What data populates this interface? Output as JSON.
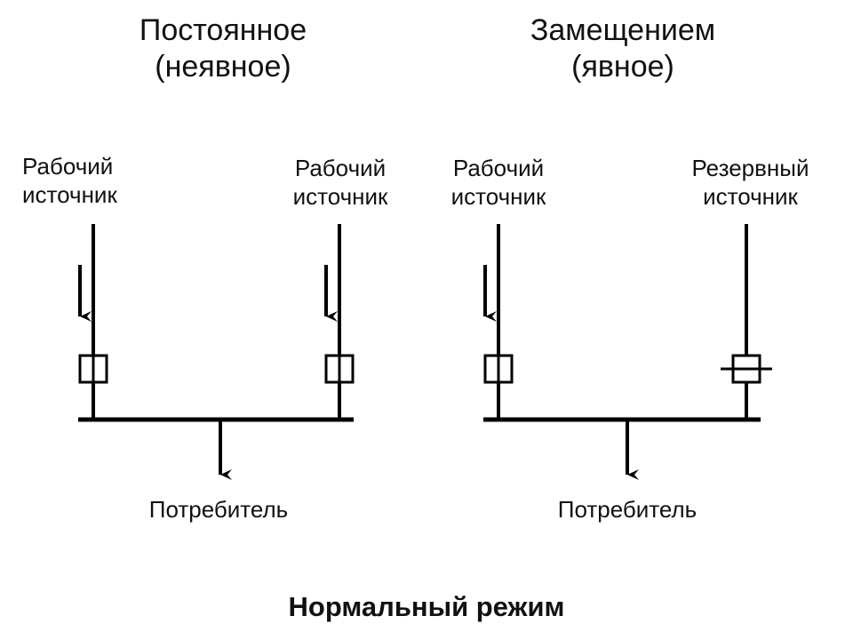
{
  "left_scheme": {
    "title_line1": "Постоянное",
    "title_line2": "(неявное)",
    "source_left_line1": "Рабочий",
    "source_left_line2": "источник",
    "source_right_line1": "Рабочий",
    "source_right_line2": "источник",
    "consumer": "Потребитель"
  },
  "right_scheme": {
    "title_line1": "Замещением",
    "title_line2": "(явное)",
    "source_left_line1": "Рабочий",
    "source_left_line2": "источник",
    "source_right_line1": "Резервный",
    "source_right_line2": "источник",
    "consumer": "Потребитель"
  },
  "footer": "Нормальный режим",
  "colors": {
    "line": "#000000",
    "background": "#ffffff"
  }
}
